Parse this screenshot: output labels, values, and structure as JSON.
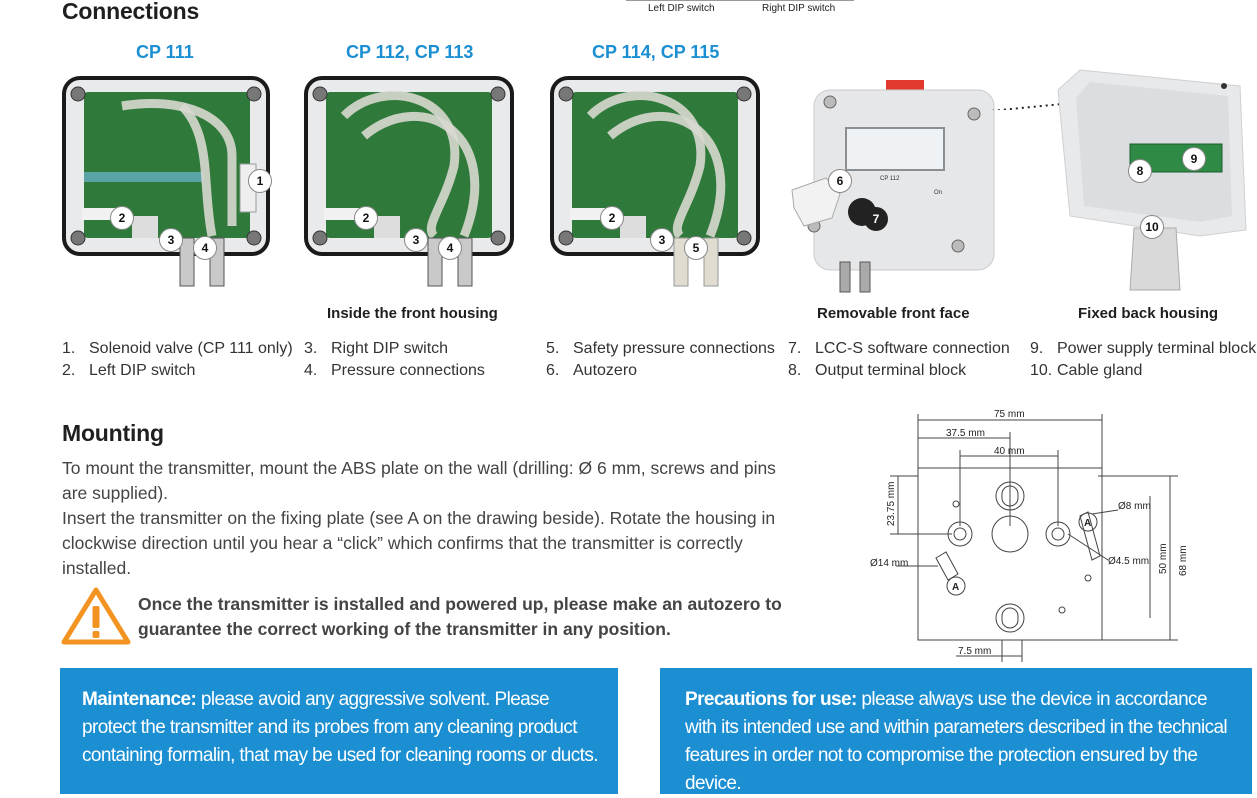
{
  "top_labels": {
    "left_dip": "Left DIP switch",
    "right_dip": "Right DIP switch"
  },
  "connections": {
    "title": "Connections",
    "models": [
      "CP 111",
      "CP 112, CP 113",
      "CP 114, CP 115"
    ],
    "captions": {
      "inside": "Inside the front housing",
      "front": "Removable front face",
      "back": "Fixed back housing"
    },
    "markers": {
      "cp111": [
        "1",
        "2",
        "3",
        "4"
      ],
      "cp112": [
        "2",
        "3",
        "4"
      ],
      "cp114": [
        "2",
        "3",
        "5"
      ],
      "front": [
        "6",
        "7"
      ],
      "back": [
        "8",
        "9",
        "10"
      ]
    },
    "legend": [
      {
        "num": "1.",
        "text": "Solenoid valve (CP 111 only)"
      },
      {
        "num": "2.",
        "text": "Left DIP switch"
      },
      {
        "num": "3.",
        "text": "Right DIP switch"
      },
      {
        "num": "4.",
        "text": "Pressure connections"
      },
      {
        "num": "5.",
        "text": "Safety pressure connections"
      },
      {
        "num": "6.",
        "text": "Autozero"
      },
      {
        "num": "7.",
        "text": "LCC-S software connection"
      },
      {
        "num": "8.",
        "text": "Output terminal block"
      },
      {
        "num": "9.",
        "text": "Power supply terminal block"
      },
      {
        "num": "10.",
        "text": "Cable gland"
      }
    ],
    "device_display_text": "CP 112",
    "device_on_text": "On"
  },
  "mounting": {
    "title": "Mounting",
    "para1": "To mount the transmitter, mount the ABS plate on the wall (drilling: Ø 6 mm, screws and pins are supplied).",
    "para2": "Insert the transmitter on the fixing plate (see A on the drawing beside). Rotate the housing in clockwise direction until you hear a “click” which confirms that the transmitter is correctly installed.",
    "warning": "Once the transmitter is installed and powered up, please make an autozero to guarantee the correct working of the transmitter in any position.",
    "warning_icon": "warning-triangle-icon",
    "drawing": {
      "dims": [
        "75 mm",
        "37.5 mm",
        "40 mm",
        "23.75 mm",
        "Ø8 mm",
        "Ø14 mm",
        "Ø4.5 mm",
        "50 mm",
        "68 mm",
        "7.5 mm"
      ],
      "marker": "A"
    }
  },
  "boxes": {
    "maintenance": {
      "label": "Maintenance:",
      "text": " please avoid any aggressive solvent. Please protect the transmitter and its probes from any cleaning product containing formalin, that may be used for cleaning rooms or ducts."
    },
    "precautions": {
      "label": "Precautions for use:",
      "text": " please always use the device in accordance with its intended use and within parameters described in the technical features in order not to compromise the protection ensured by the device."
    }
  },
  "colors": {
    "accent_blue": "#1b8fd2",
    "warning_orange": "#f39321",
    "pcb_green": "#2f7a3a"
  }
}
